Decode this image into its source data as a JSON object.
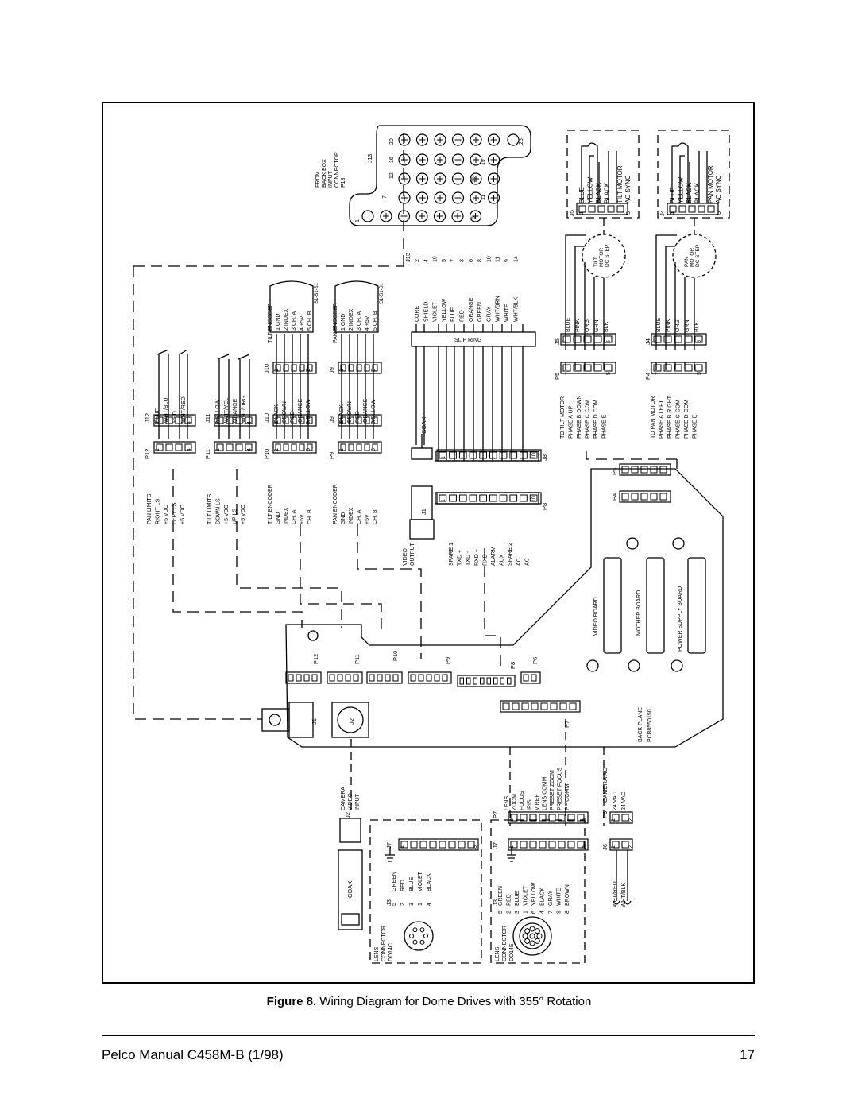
{
  "caption": {
    "prefix": "Figure 8.",
    "text": "Wiring Diagram for Dome Drives with 355° Rotation"
  },
  "footer": {
    "left": "Pelco Manual C458M-B (1/98)",
    "right": "17"
  },
  "labels": {
    "from_backbox": [
      "FROM",
      "BACK BOX",
      "INPUT",
      "CONNECTOR",
      "P13"
    ],
    "j13_top": "J13",
    "j13_pins": {
      "p1": "1",
      "p6": "6",
      "p7": "7",
      "p11": "11",
      "p12": "12",
      "p15": "15",
      "p16": "16",
      "p19": "19",
      "p20": "20",
      "p25": "25"
    },
    "j13_side": "J13",
    "slip_wires": [
      "CORE",
      "SHIELD",
      "VIOLET",
      "YELLOW",
      "BLUE",
      "RED",
      "ORANGE",
      "GREEN",
      "GRAY",
      "WHT/BRN",
      "WHITE",
      "WHT/BLK"
    ],
    "slip_pins": [
      "2",
      "4",
      "19",
      "5",
      "7",
      "3",
      "6",
      "8",
      "10",
      "11",
      "9",
      "14"
    ],
    "slip_ring": "SLIP RING",
    "coax": "COAX",
    "p8_pins": {
      "first": "1",
      "last": "10"
    },
    "p8_label": "P8",
    "j8_label": "J8",
    "p8_signals": [
      "SPARE 1",
      "TXD +",
      "TXD -",
      "RXD +",
      "RXD-",
      "ALARM",
      "AUX",
      "SPARE 2",
      "AC",
      "AC"
    ],
    "video_output": [
      "VIDEO",
      "OUTPUT"
    ],
    "j1": "J1",
    "tilt_motor_ac": [
      "BLUE",
      "YELLOW",
      "BLACK",
      "BLACK",
      "TILT MOTOR",
      "AC SYNC"
    ],
    "pan_motor_ac": [
      "BLUE",
      "YELLOW",
      "BLACK",
      "BLACK",
      "PAN MOTOR",
      "AC SYNC"
    ],
    "j5": "J5",
    "j4": "J4",
    "pin1": "1",
    "pin5": "5",
    "tilt_dc": [
      "TILT",
      "MOTOR",
      "DC STEP"
    ],
    "pan_dc": [
      "PAN",
      "MOTOR",
      "DC STEP"
    ],
    "dc_wires": [
      "BLUE",
      "PINK",
      "ORG",
      "GRN",
      "BLK"
    ],
    "p5": "P5",
    "p4": "P4",
    "to_tilt": [
      "TO TILT MOTOR",
      "PHASE A UP",
      "PHASE B DOWN",
      "PHASE C COM",
      "PHASE D COM",
      "PHASE E"
    ],
    "to_pan": [
      "TO PAN MOTOR",
      "PHASE A LEFT",
      "PHASE B RIGHT",
      "PHASE C COM",
      "PHASE D COM",
      "PHASE E"
    ],
    "tilt_encoder": [
      "TILT ENCODER",
      "1 GND",
      "2 INDEX",
      "3 CH. A",
      "4 +5V",
      "5 CH. B",
      "S1-S1-S1"
    ],
    "pan_encoder": [
      "PAN ENCODER",
      "1 GND",
      "2 INDEX",
      "3 CH. A",
      "4 +5V",
      "5 CH. B",
      "S1-S1-S1"
    ],
    "j12_wires": [
      "BLUE",
      "WHT/BLU",
      "RED",
      "WHT/RED"
    ],
    "j11_wires": [
      "YELLOW",
      "WHT/YEL",
      "ORANGE",
      "WHT/ORG"
    ],
    "j10_wires": [
      "BLACK",
      "BROWN",
      "RED",
      "ORANGE",
      "YELLOW"
    ],
    "j9_wires": [
      "BLACK",
      "BROWN",
      "RED",
      "ORANGE",
      "YELLOW"
    ],
    "j12": "J12",
    "j11": "J11",
    "j10": "J10",
    "j9": "J9",
    "p12": "P12",
    "p11": "P11",
    "p10": "P10",
    "p9": "P9",
    "pin4": "4",
    "pan_limits": [
      "PAN LIMITS",
      "RIGHT LS",
      "+5 VDC",
      "LEFT LS",
      "+5 VDC"
    ],
    "tilt_limits": [
      "TILT LIMITS",
      "DOWN LS",
      "+5 VDC",
      "UP LS",
      "+5 VDC"
    ],
    "tilt_enc_sig": [
      "TILT ENCODER",
      "GND",
      "INDEX",
      "CH. A",
      "+5V",
      "CH. B"
    ],
    "pan_enc_sig": [
      "PAN ENCODER",
      "GND",
      "INDEX",
      "CH. A",
      "+5V",
      "CH. B"
    ],
    "boards": [
      "VIDEO BOARD",
      "MOTHER BOARD",
      "POWER SUPPLY BOARD"
    ],
    "backplane": [
      "BACK PLANE",
      "PCB8550150"
    ],
    "mb_p12": "P12",
    "mb_p11": "P11",
    "mb_p10": "P10",
    "mb_p9": "P9",
    "mb_p8": "P8",
    "mb_p6": "P6",
    "mb_p7": "P7",
    "mb_j1": "J1",
    "mb_j2": "J2",
    "camera_video": [
      "CAMERA",
      "VIDEO",
      "INPUT"
    ],
    "j2": "J2",
    "coax2": "COAX",
    "lens_c": [
      "LENS",
      "CONNECTOR",
      "DD14C"
    ],
    "lens_e": [
      "LENS",
      "CONNECTOR",
      "DD14E"
    ],
    "j3": "J3",
    "j7": "J7",
    "p7": "P7",
    "j7c_wires": [
      "GREEN",
      "RED",
      "BLUE",
      "VIOLET",
      "BLACK"
    ],
    "j7c_pins": [
      "5",
      "2",
      "3",
      "1",
      "4"
    ],
    "j7e_wires": [
      "GREEN",
      "RED",
      "BLUE",
      "VIOLET",
      "YELLOW",
      "BLACK",
      "GRAY",
      "WHITE",
      "BROWN"
    ],
    "j7e_pins": [
      "5",
      "2",
      "3",
      "1",
      "6",
      "4",
      "7",
      "9",
      "8"
    ],
    "lens_sigs": [
      "LENS",
      "ZOOM",
      "FOCUS",
      "IRIS",
      "V REF",
      "LENS COMM",
      "PRESET ZOOM",
      "PRESET FOCUS",
      "PP COMM"
    ],
    "camera_ac": "CAMERA AC",
    "vac": [
      "24 VAC",
      "24 VAC"
    ],
    "p6": "P6",
    "j6": "J6",
    "ac_wires": [
      "WHT/RED",
      "WHT/BLK"
    ],
    "pin8": "8",
    "pin2": "2",
    "dd14c_pins": [
      "1",
      "2",
      "3",
      "4",
      "5",
      "6"
    ]
  }
}
